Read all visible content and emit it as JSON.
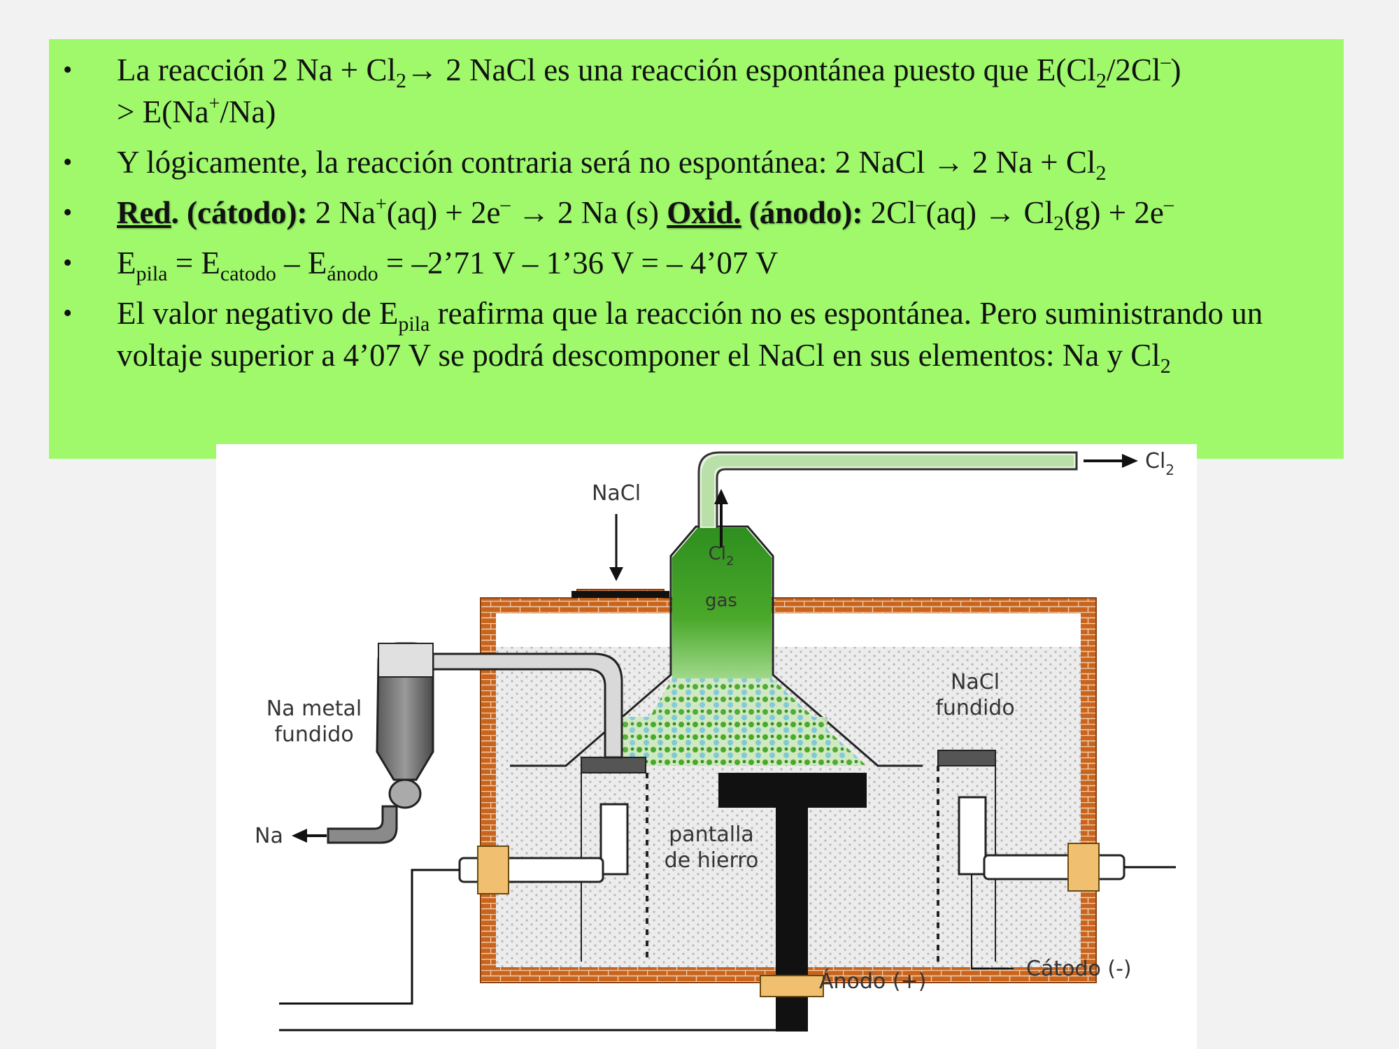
{
  "bullets": {
    "b1": {
      "t1": "La reacción 2 Na + Cl",
      "s1": "2",
      "t2": "→ 2 NaCl es una reacción espontánea puesto que E(Cl",
      "s2": "2",
      "t3": "/2Cl",
      "p1": "–",
      "t4": ")",
      "t5": "> E(Na",
      "p2": "+",
      "t6": "/Na)"
    },
    "b2": {
      "t1": "Y lógicamente, la reacción contraria será no espontánea: 2 NaCl → 2 Na + Cl",
      "s1": "2"
    },
    "b3": {
      "red": "Red",
      "red_rest": ". (cátodo):",
      "t1": " 2 Na",
      "p1": "+",
      "t2": "(aq) + 2e",
      "p2": "–",
      "t3": " → 2 Na (s) ",
      "oxid": "Oxid.",
      "oxid_rest": " (ánodo):",
      "t4": " 2Cl",
      "p3": "–",
      "t5": "(aq) → Cl",
      "s1": "2",
      "t6": "(g) + 2e",
      "p4": "–"
    },
    "b4": {
      "e1": "E",
      "s1": "pila",
      "t1": " = E",
      "s2": "catodo",
      "t2": " – E",
      "s3": "ánodo",
      "t3": " = –2’71 V – 1’36 V = – 4’07 V"
    },
    "b5": {
      "t1": "El valor negativo de E",
      "s1": "pila",
      "t2": " reafirma que la reacción no es espontánea. Pero suministrando un voltaje superior a 4’07 V se podrá descomponer el NaCl en sus elementos: Na y Cl",
      "s2": "2"
    }
  },
  "diagram": {
    "nacl_in": "NaCl",
    "cl2_out": "Cl",
    "cl2_out_sub": "2",
    "cl2_gas_1": "Cl",
    "cl2_gas_sub": "2",
    "cl2_gas_2": "gas",
    "na_metal_1": "Na metal",
    "na_metal_2": "fundido",
    "na_out": "Na",
    "nacl_fundido_1": "NaCl",
    "nacl_fundido_2": "fundido",
    "pantalla_1": "pantalla",
    "pantalla_2": "de hierro",
    "anodo": "Ánodo (+)",
    "catodo": "Cátodo (-)",
    "colors": {
      "brick": "#c8641e",
      "gas": "#3c9a22",
      "molten": "#e6e6e6",
      "slide_bg": "#9ff96b"
    }
  }
}
